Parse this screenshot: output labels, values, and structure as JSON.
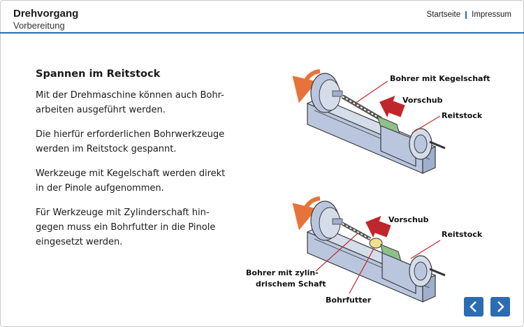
{
  "header": {
    "title": "Drehvorgang",
    "subtitle": "Vorbereitung",
    "nav": {
      "home": "Startseite",
      "imprint": "Impressum"
    }
  },
  "content": {
    "heading": "Spannen im Reitstock",
    "paragraphs": [
      "Mit der Drehmaschine können auch Bohr-arbeiten ausgeführt werden.",
      "Die hierfür erforderlichen Bohrwerkzeuge werden im Reitstock gespannt.",
      "Werkzeuge mit Kegelschaft werden direkt in der Pinole aufgenommen.",
      "Für Werkzeuge mit Zylinderschaft hin-gegen muss ein Bohrfutter in die Pinole eingesetzt werden."
    ]
  },
  "figure_top": {
    "label_drill": "Bohrer mit Kegelschaft",
    "label_feed": "Vorschub",
    "label_tailstock": "Reitstock"
  },
  "figure_bottom": {
    "label_feed": "Vorschub",
    "label_tailstock": "Reitstock",
    "label_drill_line1": "Bohrer mit zylin-",
    "label_drill_line2": "drischem Schaft",
    "label_chuck": "Bohrfutter"
  },
  "navigation": {
    "prev_icon": "chevron-left-icon",
    "next_icon": "chevron-right-icon"
  },
  "colors": {
    "accent": "#2b6cb3",
    "arrow_red": "#c0272d",
    "arrow_orange": "#e8733a",
    "machine": "#b9c6de"
  }
}
